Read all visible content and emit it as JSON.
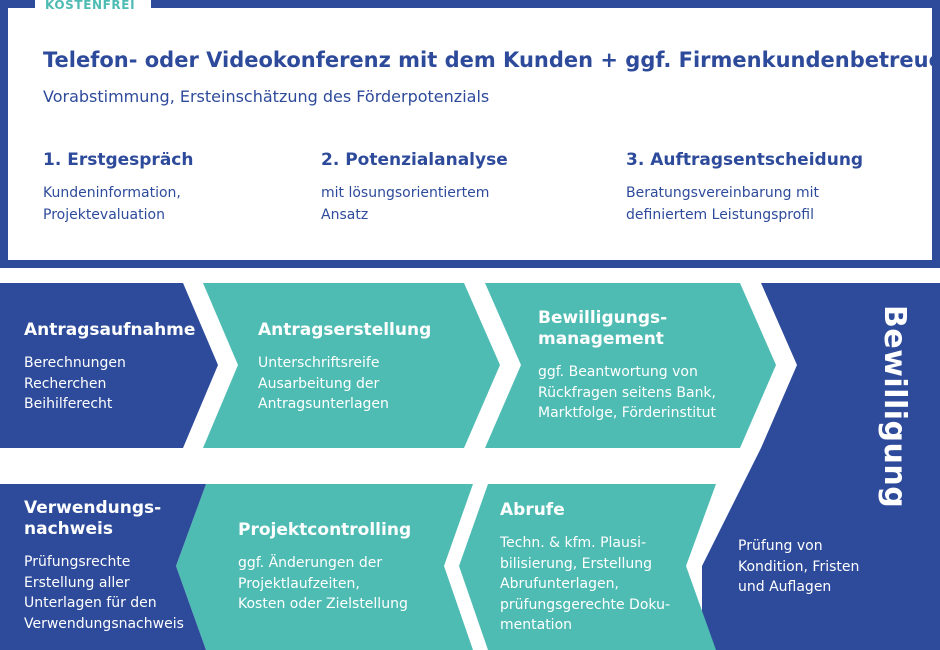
{
  "colors": {
    "navy": "#2e4b9b",
    "teal": "#4fbcb3",
    "white": "#ffffff"
  },
  "header": {
    "badge": "KOSTENFREI",
    "title": "Telefon- oder Videokonferenz mit dem Kunden + ggf. Firmenkundenbetreuer",
    "subtitle": "Vorabstimmung, Ersteinschätzung des Förderpotenzials",
    "steps": [
      {
        "title": "1. Erstgespräch",
        "text": "Kundeninformation,\nProjektevaluation"
      },
      {
        "title": "2. Potenzialanalyse",
        "text": "mit lösungsorientiertem\nAnsatz"
      },
      {
        "title": "3. Auftragsentscheidung",
        "text": "Beratungsvereinbarung mit\ndefiniertem Leistungsprofil"
      }
    ]
  },
  "row1": [
    {
      "title": "Antragsaufnahme",
      "text": "Berechnungen\nRecherchen\nBeihilferecht"
    },
    {
      "title": "Antragserstellung",
      "text": "Unterschriftsreife\nAusarbeitung der\nAntragsunterlagen"
    },
    {
      "title": "Bewilligungs-\nmanagement",
      "text": "ggf. Beantwortung von\nRückfragen seitens Bank,\nMarktfolge, Förderinstitut"
    }
  ],
  "approval": {
    "title": "Bewilligung",
    "text": "Prüfung von\nKondition, Fristen\nund Auflagen"
  },
  "row2": [
    {
      "title": "Verwendungs-\nnachweis",
      "text": "Prüfungsrechte\nErstellung aller\nUnterlagen für den\nVerwendungsnachweis"
    },
    {
      "title": "Projektcontrolling",
      "text": "ggf. Änderungen der\nProjektlaufzeiten,\nKosten oder Zielstellung"
    },
    {
      "title": "Abrufe",
      "text": "Techn. & kfm. Plausi-\nbilisierung, Erstellung\nAbrufunterlagen,\nprüfungsgerechte Doku-\nmentation"
    }
  ]
}
